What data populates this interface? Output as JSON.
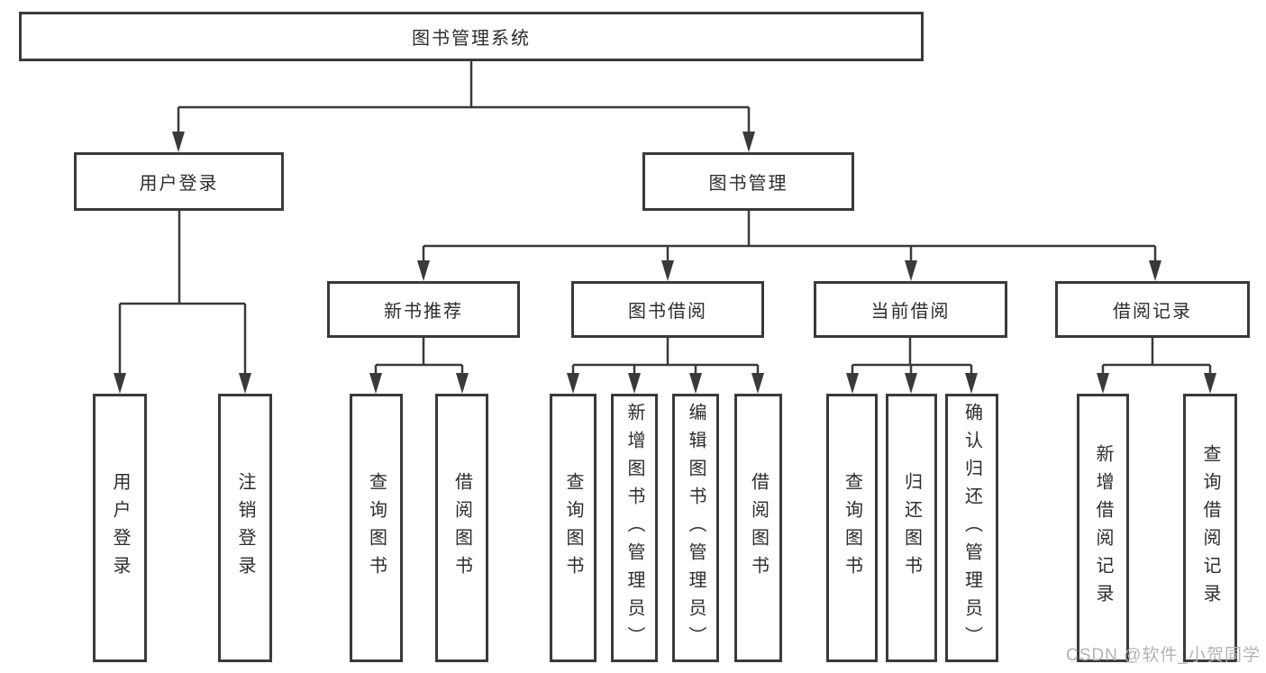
{
  "tree": {
    "root": "图书管理系统",
    "level2": [
      {
        "label": "用户登录",
        "leaves": [
          "用户登录",
          "注销登录"
        ]
      },
      {
        "label": "图书管理",
        "children": [
          {
            "label": "新书推荐",
            "leaves": [
              "查询图书",
              "借阅图书"
            ]
          },
          {
            "label": "图书借阅",
            "leaves": [
              "查询图书",
              "新增图书（管理员）",
              "编辑图书（管理员）",
              "借阅图书"
            ]
          },
          {
            "label": "当前借阅",
            "leaves": [
              "查询图书",
              "归还图书",
              "确认归还（管理员）"
            ]
          },
          {
            "label": "借阅记录",
            "leaves": [
              "新增借阅记录",
              "查询借阅记录"
            ]
          }
        ]
      }
    ]
  },
  "watermark": {
    "text": "CSDN @软件_小贺同学"
  },
  "colors": {
    "line": "#3a3a3a",
    "box_border": "#3a3a3a",
    "text": "#2d2d2d",
    "watermark": "#b3b3b3",
    "background": "#ffffff"
  }
}
